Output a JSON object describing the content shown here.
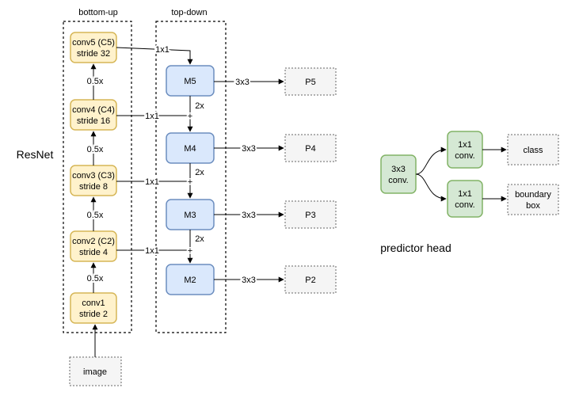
{
  "columns": {
    "bottom_up": "bottom-up",
    "top_down": "top-down"
  },
  "backbone_label": "ResNet",
  "conv": [
    {
      "line1": "conv5 (C5)",
      "line2": "stride 32"
    },
    {
      "line1": "conv4 (C4)",
      "line2": "stride 16"
    },
    {
      "line1": "conv3 (C3)",
      "line2": "stride 8"
    },
    {
      "line1": "conv2 (C2)",
      "line2": "stride 4"
    },
    {
      "line1": "conv1",
      "line2": "stride 2"
    }
  ],
  "scale_up_labels": [
    "0.5x",
    "0.5x",
    "0.5x",
    "0.5x"
  ],
  "lateral_labels": [
    "1x1",
    "1x1",
    "1x1",
    "1x1"
  ],
  "merge_nodes": [
    "M5",
    "M4",
    "M3",
    "M2"
  ],
  "upsample_labels": [
    "2x",
    "2x",
    "2x"
  ],
  "plus_signs": [
    "+",
    "+",
    "+"
  ],
  "output_conv_labels": [
    "3x3",
    "3x3",
    "3x3",
    "3x3"
  ],
  "outputs": [
    "P5",
    "P4",
    "P3",
    "P2"
  ],
  "input_label": "image",
  "predictor": {
    "title": "predictor head",
    "shared": {
      "line1": "3x3",
      "line2": "conv."
    },
    "branch_cls": {
      "line1": "1x1",
      "line2": "conv."
    },
    "branch_box": {
      "line1": "1x1",
      "line2": "conv."
    },
    "class_out": "class",
    "box_out": {
      "line1": "boundary",
      "line2": "box"
    }
  },
  "colors": {
    "conv_fill": "#fff2cc",
    "conv_stroke": "#d6b656",
    "merge_fill": "#dae8fc",
    "merge_stroke": "#6c8ebf",
    "head_fill": "#d5e8d4",
    "head_stroke": "#82b366",
    "output_fill": "#f5f5f5",
    "output_stroke": "#666666"
  }
}
